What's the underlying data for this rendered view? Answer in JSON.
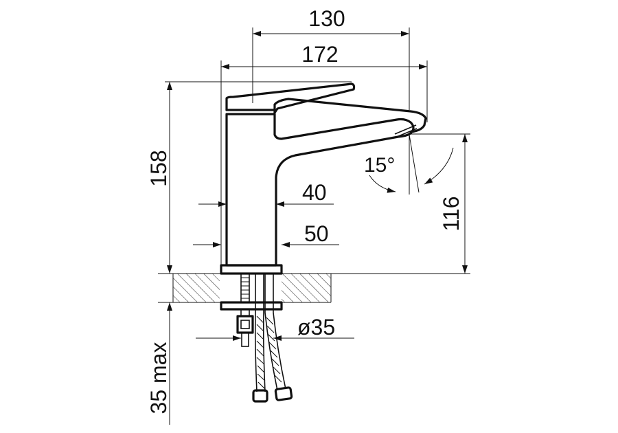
{
  "dimensions": {
    "width_body": "130",
    "width_total": "172",
    "height_total": "158",
    "spout_height": "116",
    "spout_angle": "15°",
    "body_width_top": "40",
    "body_width_base": "50",
    "hole_diameter": "ø35",
    "mount_thickness": "35 max"
  }
}
